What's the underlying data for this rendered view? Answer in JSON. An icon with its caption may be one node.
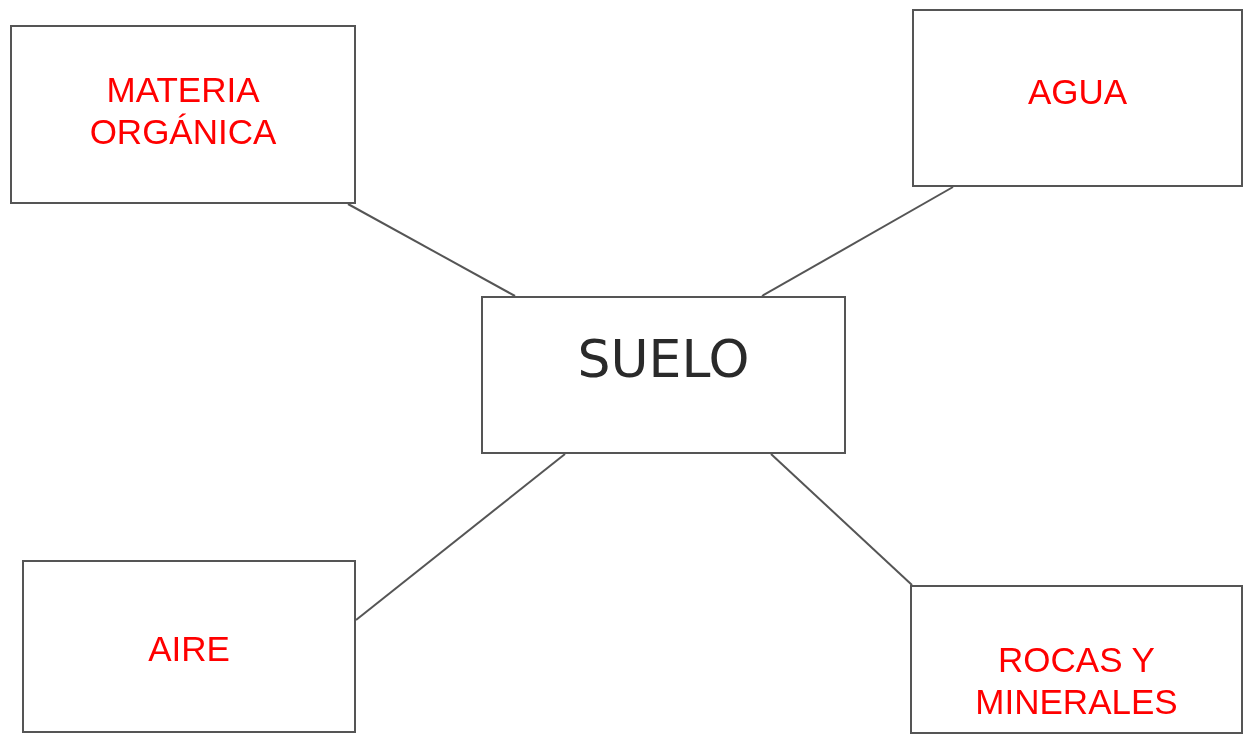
{
  "diagram": {
    "nodes": [
      {
        "text": [
          "MATERIA ORGÁNICA"
        ]
      },
      {
        "text": [
          "AGUA"
        ]
      },
      {
        "text": [
          "SUELO"
        ]
      },
      {
        "text": [
          "AIRE"
        ]
      },
      {
        "text": [
          "ROCAS Y MINERALES"
        ]
      }
    ],
    "edges": [
      {
        "from": 2,
        "to": 0,
        "arrow": "none"
      },
      {
        "from": 2,
        "to": 1,
        "arrow": "none"
      },
      {
        "from": 2,
        "to": 3,
        "arrow": "none"
      },
      {
        "from": 2,
        "to": 4,
        "arrow": "none"
      }
    ]
  }
}
